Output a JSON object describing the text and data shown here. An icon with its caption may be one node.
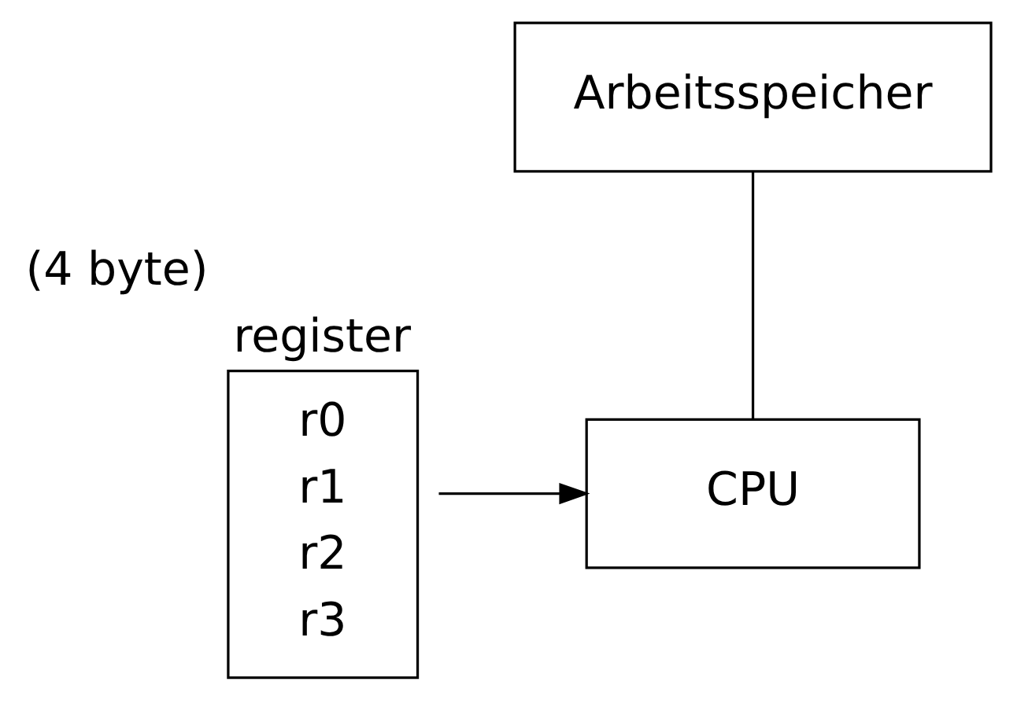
{
  "diagram": {
    "nodes": [
      {
        "text": [
          "Arbeitsspeicher"
        ]
      },
      {
        "text": [
          "CPU"
        ]
      },
      {
        "text": [
          "register",
          "r0",
          "r1",
          "r2",
          "r3"
        ],
        "beside": [
          "(4 byte)"
        ]
      }
    ],
    "edges": [
      {
        "from": 0,
        "to": 1,
        "arrow": "none"
      },
      {
        "from": 2,
        "to": 1,
        "arrow": "to"
      }
    ]
  }
}
